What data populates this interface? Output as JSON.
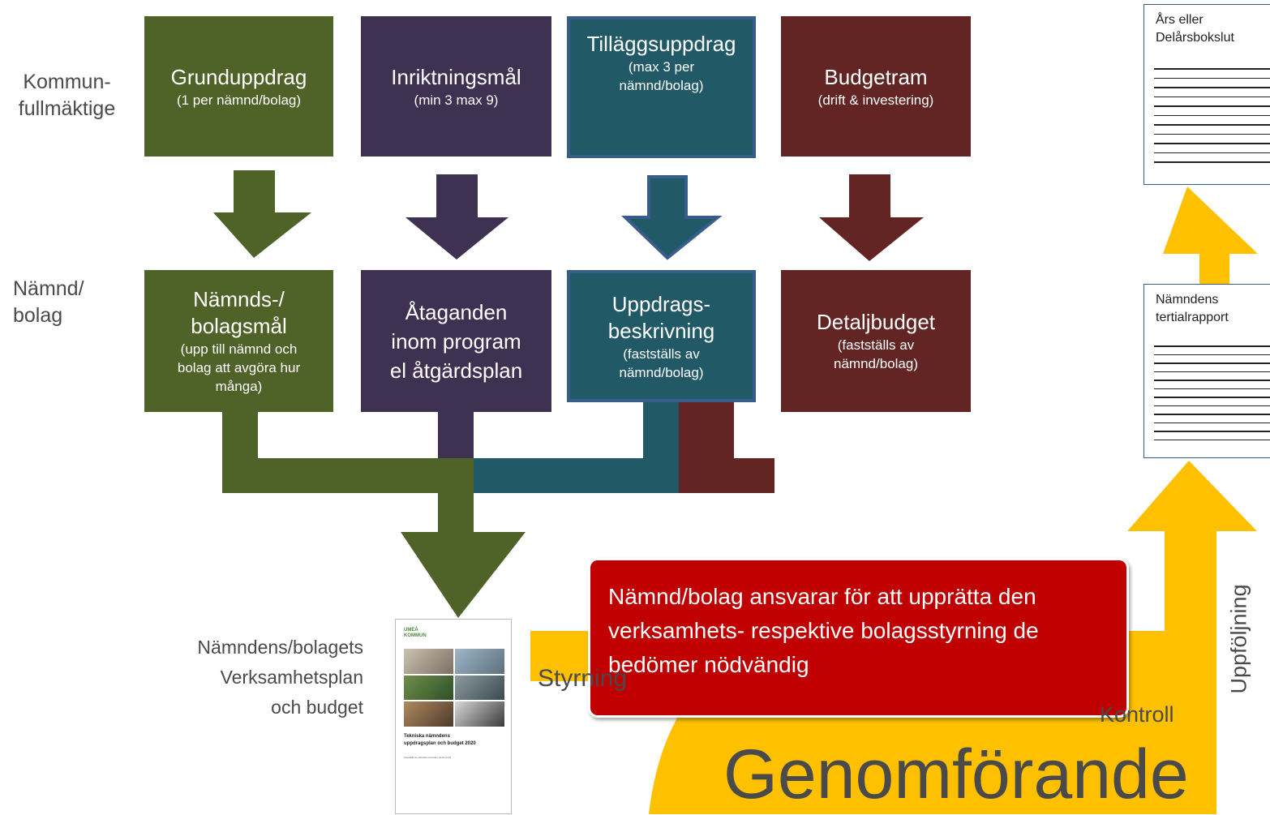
{
  "rows": {
    "top": "Kommun-\nfullmäktige",
    "middle": "Nämnd/\nbolag"
  },
  "top_boxes": [
    {
      "title": "Grunduppdrag",
      "sub": "(1 per nämnd/bolag)",
      "color": "#4f6228"
    },
    {
      "title": "Inriktningsmål",
      "sub": "(min 3 max 9)",
      "color": "#3f3151"
    },
    {
      "title": "Tilläggsuppdrag",
      "sub": "(max 3 per\nnämnd/bolag)",
      "color": "#215967",
      "border": "#385d8a"
    },
    {
      "title": "Budgetram",
      "sub": "(drift & investering)",
      "color": "#632523"
    }
  ],
  "mid_boxes": [
    {
      "title": "Nämnds-/\nbolagsmål",
      "sub": "(upp till nämnd och\nbolag att avgöra hur\nmånga)"
    },
    {
      "title": "Åtaganden\ninom program\nel åtgärdsplan",
      "sub": ""
    },
    {
      "title": "Uppdrags-\nbeskrivning",
      "sub": "(fastställs av\nnämnd/bolag)"
    },
    {
      "title": "Detaljbudget",
      "sub": "(fastställs av\nnämnd/bolag)"
    }
  ],
  "reports": [
    {
      "title": "Års eller\nDelårsbokslut",
      "lines": 11
    },
    {
      "title": "Nämndens\ntertialrapport",
      "lines": 12
    }
  ],
  "plan": {
    "label": "Nämndens/bolagets\nVerksamhetsplan\noch budget",
    "cover_logo": "UMEÅ\nKOMMUN",
    "cover_title": "Tekniska nämndens\nuppdragsplan och budget 2020",
    "cover_footnote": "Fastställd av tekniska nämnden 2019-12-18"
  },
  "callout": "Nämnd/bolag ansvarar för att upprätta den verksamhets- respektive bolagsstyrning de bedömer nödvändig",
  "labels": {
    "styrning": "Styrning",
    "kontroll": "Kontroll",
    "genomforande": "Genomförande",
    "uppfoljning": "Uppföljning"
  },
  "colors": {
    "green": "#4f6228",
    "purple": "#3f3151",
    "teal": "#215967",
    "maroon": "#632523",
    "yellow": "#ffc000",
    "red": "#c00000",
    "text_gray": "#4a4a4a"
  }
}
